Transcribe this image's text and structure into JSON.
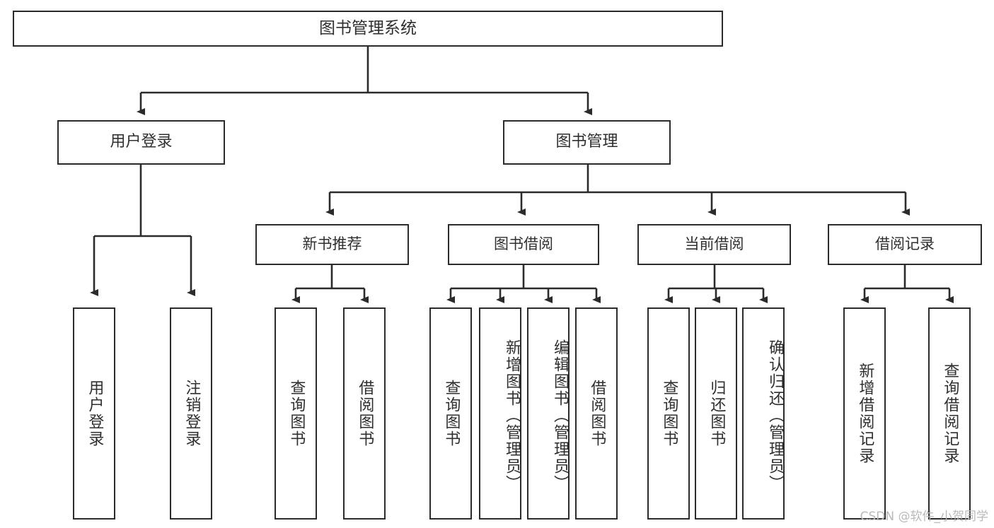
{
  "diagram": {
    "type": "tree-hierarchy",
    "title": "图书管理系统",
    "nodes": {
      "root": {
        "label": "图书管理系统",
        "level": 1
      },
      "user_login": {
        "label": "用户登录",
        "level": 2
      },
      "book_manage": {
        "label": "图书管理",
        "level": 2
      },
      "new_book_rec": {
        "label": "新书推荐",
        "level": 3
      },
      "book_borrow": {
        "label": "图书借阅",
        "level": 3
      },
      "current_borrow": {
        "label": "当前借阅",
        "level": 3
      },
      "borrow_record": {
        "label": "借阅记录",
        "level": 3
      },
      "leaf_user_login": {
        "label": "用户登录",
        "level": 4
      },
      "leaf_user_logout": {
        "label": "注销登录",
        "level": 4
      },
      "leaf_query_book_1": {
        "label": "查询图书",
        "level": 4
      },
      "leaf_borrow_book_1": {
        "label": "借阅图书",
        "level": 4
      },
      "leaf_query_book_2": {
        "label": "查询图书",
        "level": 4
      },
      "leaf_add_book": {
        "label": "新增图书（管理员）",
        "level": 4
      },
      "leaf_edit_book": {
        "label": "编辑图书（管理员）",
        "level": 4
      },
      "leaf_borrow_book_2": {
        "label": "借阅图书",
        "level": 4
      },
      "leaf_query_book_3": {
        "label": "查询图书",
        "level": 4
      },
      "leaf_return_book": {
        "label": "归还图书",
        "level": 4
      },
      "leaf_confirm_return": {
        "label": "确认归还（管理员）",
        "level": 4
      },
      "leaf_add_record": {
        "label": "新增借阅记录",
        "level": 4
      },
      "leaf_query_record": {
        "label": "查询借阅记录",
        "level": 4
      }
    },
    "edges": [
      {
        "from": "root",
        "to": "user_login"
      },
      {
        "from": "root",
        "to": "book_manage"
      },
      {
        "from": "user_login",
        "to": "leaf_user_login"
      },
      {
        "from": "user_login",
        "to": "leaf_user_logout"
      },
      {
        "from": "book_manage",
        "to": "new_book_rec"
      },
      {
        "from": "book_manage",
        "to": "book_borrow"
      },
      {
        "from": "book_manage",
        "to": "current_borrow"
      },
      {
        "from": "book_manage",
        "to": "borrow_record"
      },
      {
        "from": "new_book_rec",
        "to": "leaf_query_book_1"
      },
      {
        "from": "new_book_rec",
        "to": "leaf_borrow_book_1"
      },
      {
        "from": "book_borrow",
        "to": "leaf_query_book_2"
      },
      {
        "from": "book_borrow",
        "to": "leaf_add_book"
      },
      {
        "from": "book_borrow",
        "to": "leaf_edit_book"
      },
      {
        "from": "book_borrow",
        "to": "leaf_borrow_book_2"
      },
      {
        "from": "current_borrow",
        "to": "leaf_query_book_3"
      },
      {
        "from": "current_borrow",
        "to": "leaf_return_book"
      },
      {
        "from": "current_borrow",
        "to": "leaf_confirm_return"
      },
      {
        "from": "borrow_record",
        "to": "leaf_add_record"
      },
      {
        "from": "borrow_record",
        "to": "leaf_query_record"
      }
    ],
    "colors": {
      "box_border": "#2b2b2b",
      "box_fill": "#ffffff",
      "text": "#2f2f2f",
      "connector": "#2b2b2b",
      "watermark": "#b9b9b9",
      "background": "#ffffff"
    }
  },
  "watermark": {
    "text": "CSDN @软件_小贺同学"
  }
}
